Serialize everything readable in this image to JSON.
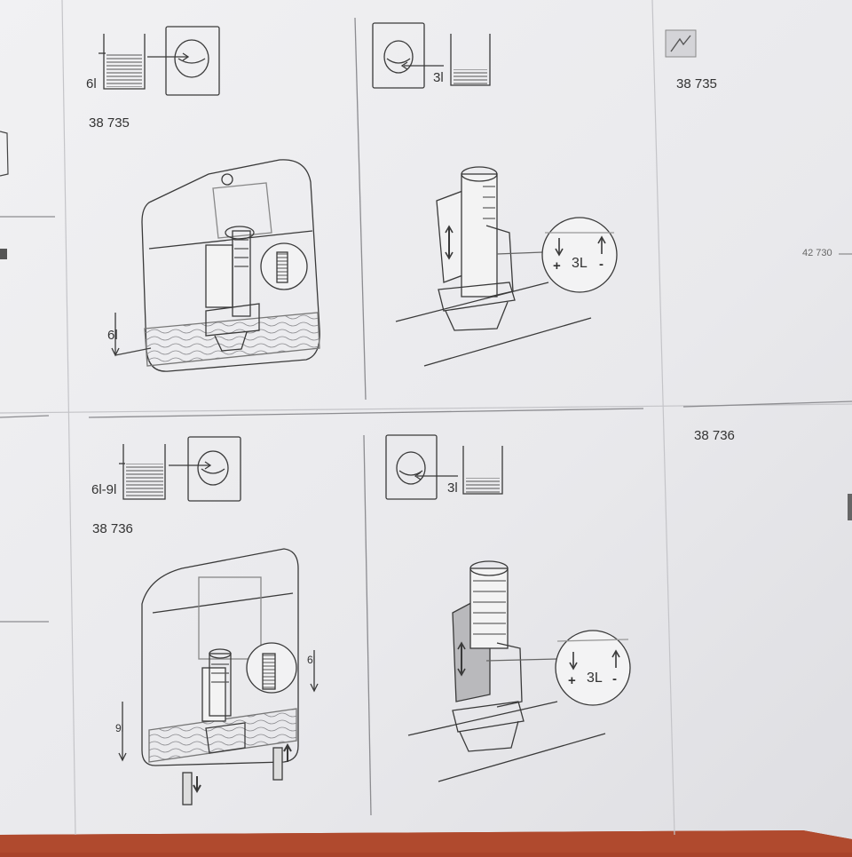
{
  "colors": {
    "paper": "#eeeeef",
    "paper_shadow": "#d9d9dd",
    "background": "#a9432a",
    "ink": "#3a3a3a",
    "fill_gray": "#b9b9bc"
  },
  "panels": {
    "top_left": {
      "model": "38 735",
      "volume": "6l",
      "level": "6l"
    },
    "top_middle": {
      "volume": "3l",
      "setting": "3L",
      "plus": "+",
      "minus": "-"
    },
    "top_right": {
      "model": "38 735",
      "part_number": "42 730"
    },
    "bottom_left": {
      "model": "38 736",
      "volume": "6l-9l",
      "level_high": "6l",
      "level_low": "9l"
    },
    "bottom_middle": {
      "volume": "3l",
      "setting": "3L",
      "plus": "+",
      "minus": "-"
    },
    "bottom_right": {
      "model": "38 736"
    }
  }
}
